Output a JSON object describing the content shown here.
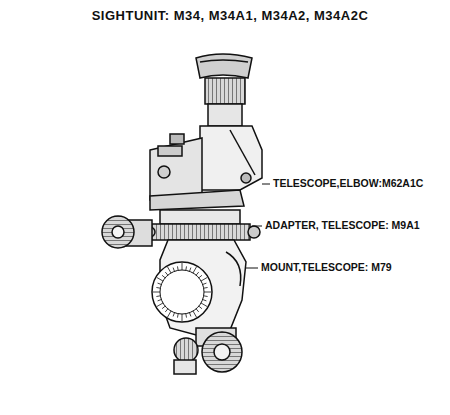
{
  "diagram": {
    "title": "SIGHTUNIT: M34, M34A1, M34A2, M34A2C",
    "labels": [
      "TELESCOPE,ELBOW:M62A1C",
      "ADAPTER, TELESCOPE: M9A1",
      "MOUNT,TELESCOPE: M79"
    ]
  }
}
